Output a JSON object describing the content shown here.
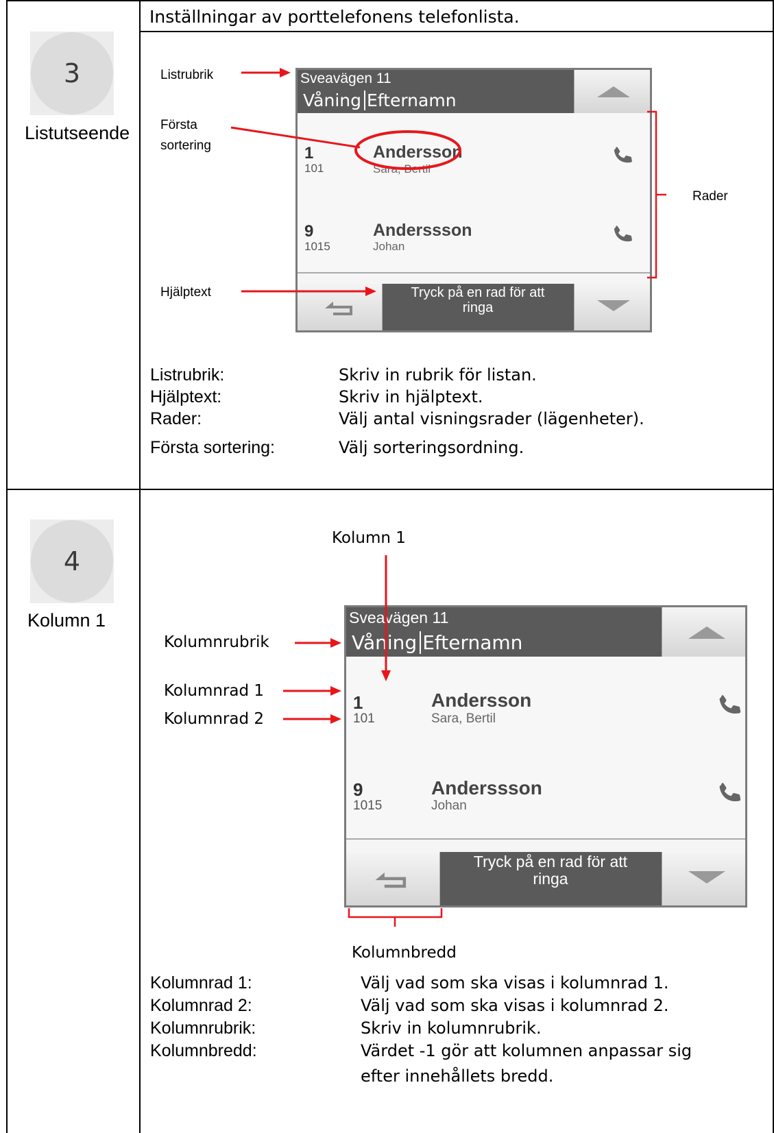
{
  "header_text": "Inställningar av porttelefonens telefonlista.",
  "sections": [
    {
      "step_number": "3",
      "step_title": "Listutseende",
      "annotations": {
        "list_header": "Listrubrik",
        "first_sort_line1": "Första",
        "first_sort_line2": "sortering",
        "help_text": "Hjälptext",
        "rows": "Rader"
      },
      "descriptions": [
        {
          "label": "Listrubrik:",
          "value": "Skriv in rubrik för listan."
        },
        {
          "label": "Hjälptext:",
          "value": "Skriv in hjälptext."
        },
        {
          "label": "Rader:",
          "value": "Välj antal visningsrader (lägenheter)."
        },
        {
          "label": "Första sortering:",
          "value": "Välj sorteringsordning."
        }
      ]
    },
    {
      "step_number": "4",
      "step_title": "Kolumn 1",
      "annotations": {
        "column1": "Kolumn 1",
        "column_header": "Kolumnrubrik",
        "column_row1": "Kolumnrad 1",
        "column_row2": "Kolumnrad 2",
        "column_width": "Kolumnbredd"
      },
      "descriptions": [
        {
          "label": "Kolumnrad 1:",
          "value": "Välj vad som ska visas i kolumnrad 1."
        },
        {
          "label": "Kolumnrad 2:",
          "value": "Välj vad som ska visas i kolumnrad 2."
        },
        {
          "label": "Kolumnrubrik:",
          "value": "Skriv in kolumnrubrik."
        },
        {
          "label": "Kolumnbredd:",
          "value": "Värdet -1 gör att kolumnen anpassar sig"
        },
        {
          "label": "",
          "value": "efter innehållets bredd."
        }
      ]
    }
  ],
  "phone": {
    "list_title": "Sveavägen 11",
    "col1_header": "Våning",
    "col2_header": "Efternamn",
    "help_line1": "Tryck på en rad för att",
    "help_line2": "ringa",
    "rows": [
      {
        "floor": "1",
        "apartment": "101",
        "surname": "Andersson",
        "given": "Sara, Bertil"
      },
      {
        "floor": "9",
        "apartment": "1015",
        "surname": "Anderssson",
        "given": "Johan"
      }
    ]
  },
  "colors": {
    "annotation_red": "#e8161c",
    "phone_dark": "#5a5a5a"
  }
}
